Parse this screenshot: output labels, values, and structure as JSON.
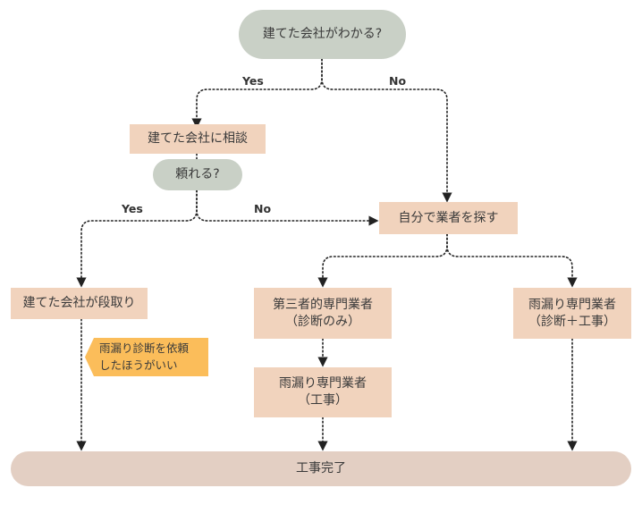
{
  "start_question": "建てた会社がわかる?",
  "yes_label": "Yes",
  "no_label": "No",
  "consult_builder": "建てた会社に相談",
  "can_rely_question": "頼れる?",
  "find_contractor": "自分で業者を探す",
  "builder_arranges": "建てた会社が段取り",
  "third_party": {
    "line1": "第三者的専門業者",
    "line2": "（診断のみ）"
  },
  "leak_repair_work": {
    "line1": "雨漏り専門業者",
    "line2": "（工事）"
  },
  "leak_full": {
    "line1": "雨漏り専門業者",
    "line2": "（診断＋工事）"
  },
  "advice_note": {
    "line1": "雨漏り診断を依頼",
    "line2": "したほうがいい"
  },
  "completion": "工事完了",
  "colors": {
    "question_fill": "#c9d0c6",
    "process_fill": "#f1d3bd",
    "end_fill": "#e3cfc3",
    "note_fill": "#fbbd5a"
  }
}
